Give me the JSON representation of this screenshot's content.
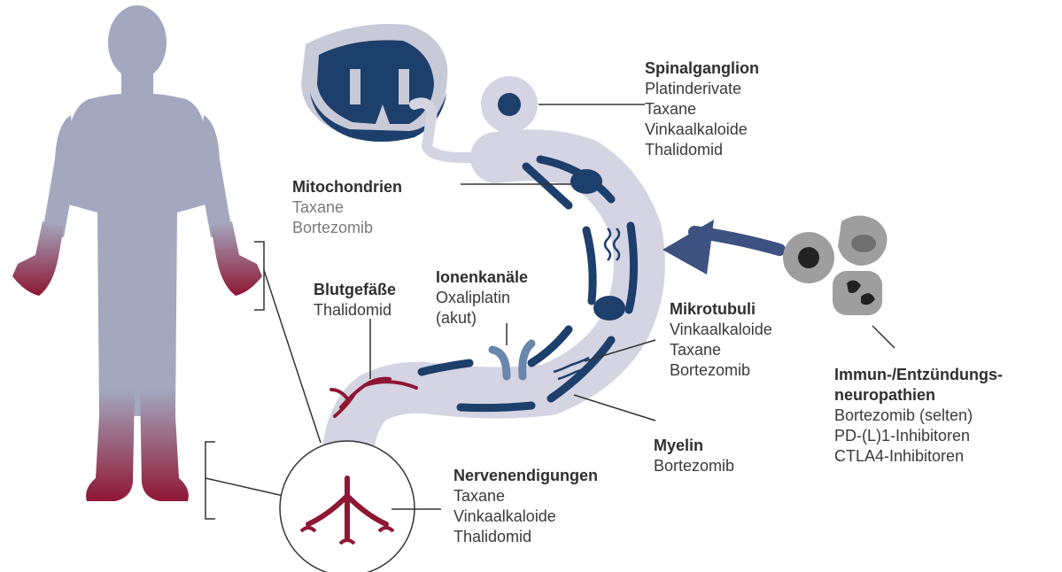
{
  "colors": {
    "navy": "#1d3f6b",
    "nerve": "#d4d4e3",
    "body_gray": "#a3a8bf",
    "crimson": "#8e1734",
    "cell_gray": "#9e9e9e",
    "arrow_blue": "#3d5280"
  },
  "labels": {
    "spinalganglion": {
      "title": "Spinalganglion",
      "items": [
        "Platinderivate",
        "Taxane",
        "Vinkaalkaloide",
        "Thalidomid"
      ]
    },
    "mitochondrien": {
      "title": "Mitochondrien",
      "items": [
        "Taxane",
        "Bortezomib"
      ]
    },
    "blutgefaesse": {
      "title": "Blutgefäße",
      "items": [
        "Thalidomid"
      ]
    },
    "ionenkanaele": {
      "title": "Ionenkanäle",
      "items": [
        "Oxaliplatin",
        "(akut)"
      ]
    },
    "mikrotubuli": {
      "title": "Mikrotubuli",
      "items": [
        "Vinkaalkaloide",
        "Taxane",
        "Bortezomib"
      ]
    },
    "myelin": {
      "title": "Myelin",
      "items": [
        "Bortezomib"
      ]
    },
    "nervenendigungen": {
      "title": "Nervenendigungen",
      "items": [
        "Taxane",
        "Vinkaalkaloide",
        "Thalidomid"
      ]
    },
    "immun": {
      "title": "Immun-/Entzündungs-",
      "title2": "neuropathien",
      "items": [
        "Bortezomib (selten)",
        "PD-(L)1-Inhibitoren",
        "CTLA4-Inhibitoren"
      ]
    }
  }
}
